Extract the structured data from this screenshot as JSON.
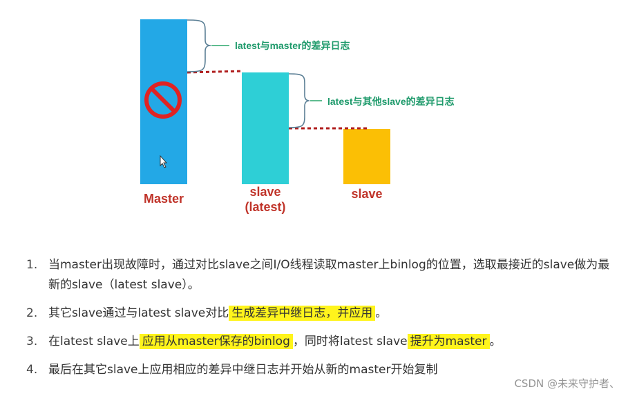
{
  "diagram": {
    "bars": [
      {
        "label": "Master",
        "color": "#23a8e6"
      },
      {
        "label_line1": "slave",
        "label_line2": "(latest)",
        "color": "#2ecfd6"
      },
      {
        "label": "slave",
        "color": "#fbbf05"
      }
    ],
    "annotations": {
      "master_diff": "latest与master的差异日志",
      "slave_diff": "latest与其他slave的差异日志"
    },
    "colors": {
      "brace": "#5b7f95",
      "arrow": "#2aa56b",
      "dashed": "#b01d1d",
      "forbidden": "#e02323",
      "label": "#c0342a",
      "annotation": "#1e9a6b",
      "highlight": "#fff41c"
    },
    "icons": [
      "forbidden-icon",
      "cursor-icon"
    ]
  },
  "steps": [
    {
      "num": "1.",
      "text": "当master出现故障时，通过对比slave之间I/O线程读取master上binlog的位置，选取最接近的slave做为最新的slave（latest slave）。"
    },
    {
      "num": "2.",
      "pre": "其它slave通过与latest slave对比",
      "highlight": "生成差异中继日志，并应用",
      "post": "。"
    },
    {
      "num": "3.",
      "pre": "在latest slave上",
      "highlight": "应用从master保存的binlog",
      "mid": "，同时将latest slave",
      "highlight2": "提升为master",
      "post": "。"
    },
    {
      "num": "4.",
      "text": "最后在其它slave上应用相应的差异中继日志并开始从新的master开始复制"
    }
  ],
  "watermark": "CSDN @未来守护者、"
}
